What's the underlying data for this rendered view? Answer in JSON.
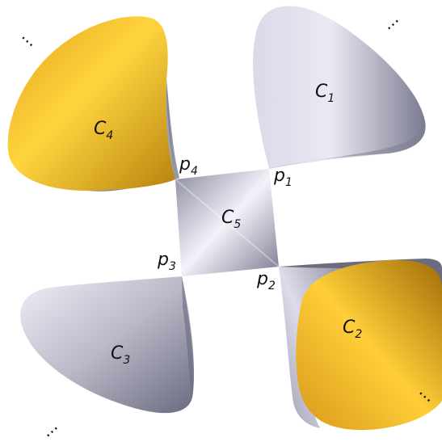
{
  "diagram": {
    "cones": [
      {
        "id": "c1",
        "letter": "C",
        "sub": "1",
        "fill": "silver"
      },
      {
        "id": "c2",
        "letter": "C",
        "sub": "2",
        "fill": "gold"
      },
      {
        "id": "c3",
        "letter": "C",
        "sub": "3",
        "fill": "silver"
      },
      {
        "id": "c4",
        "letter": "C",
        "sub": "4",
        "fill": "gold"
      },
      {
        "id": "c5",
        "letter": "C",
        "sub": "5",
        "fill": "silver"
      }
    ],
    "points": [
      {
        "id": "p1",
        "letter": "p",
        "sub": "1"
      },
      {
        "id": "p2",
        "letter": "p",
        "sub": "2"
      },
      {
        "id": "p3",
        "letter": "p",
        "sub": "3"
      },
      {
        "id": "p4",
        "letter": "p",
        "sub": "4"
      }
    ],
    "ellipsis": "···",
    "colors": {
      "silver_light": "#e6e6f2",
      "silver_mid": "#a9a9bb",
      "silver_dark": "#66667a",
      "gold_light": "#ffd23a",
      "gold_mid": "#e6a51e",
      "gold_dark": "#9a6a08"
    }
  }
}
